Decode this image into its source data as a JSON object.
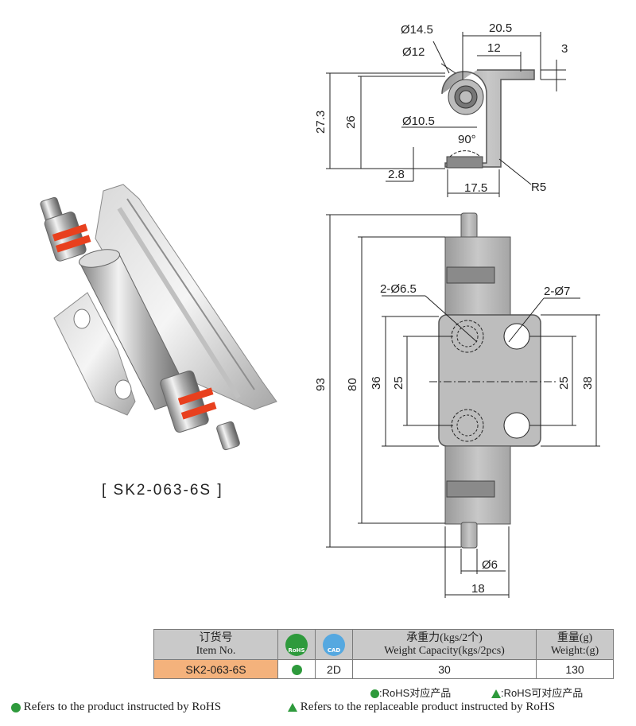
{
  "product_caption": "[ SK2-063-6S ]",
  "side_view_dims": {
    "d_outer": "Ø14.5",
    "d_inner": "Ø12",
    "width_total": "20.5",
    "width_inner": "12",
    "tab_thk": "3",
    "height_total": "27.3",
    "height_inner": "26",
    "d_pin": "Ø10.5",
    "angle": "90°",
    "offset": "2.8",
    "width_base": "17.5",
    "radius": "R5"
  },
  "front_view_dims": {
    "hole_left": "2-Ø6.5",
    "hole_right": "2-Ø7",
    "len_total": "93",
    "len_body": "80",
    "plate_left": "36",
    "pitch_left": "25",
    "pitch_right": "25",
    "plate_right": "38",
    "d_pin_end": "Ø6",
    "width": "18"
  },
  "table": {
    "col_item_cn": "订货号",
    "col_item_en": "Item No.",
    "rohs_icon_label": "RoHS",
    "cad_icon_label": "CAD",
    "col_load_cn": "承重力(kgs/2个)",
    "col_load_en": "Weight Capacity(kgs/2pcs)",
    "col_weight_cn": "重量(g)",
    "col_weight_en": "Weight:(g)",
    "row": {
      "item_no": "SK2-063-6S",
      "cad": "2D",
      "load": "30",
      "weight": "130"
    }
  },
  "legend": {
    "rohs_cn": ":RoHS对应产品",
    "replace_cn": ":RoHS可对应产品",
    "rohs_en": "Refers to the product instructed by RoHS",
    "replace_en": "Refers to the replaceable product instructed by RoHS"
  },
  "colors": {
    "rohs_green": "#2e9a3c",
    "item_cell": "#f4b27c",
    "header_gray": "#c9c9c9",
    "seal_red": "#e8401e"
  }
}
